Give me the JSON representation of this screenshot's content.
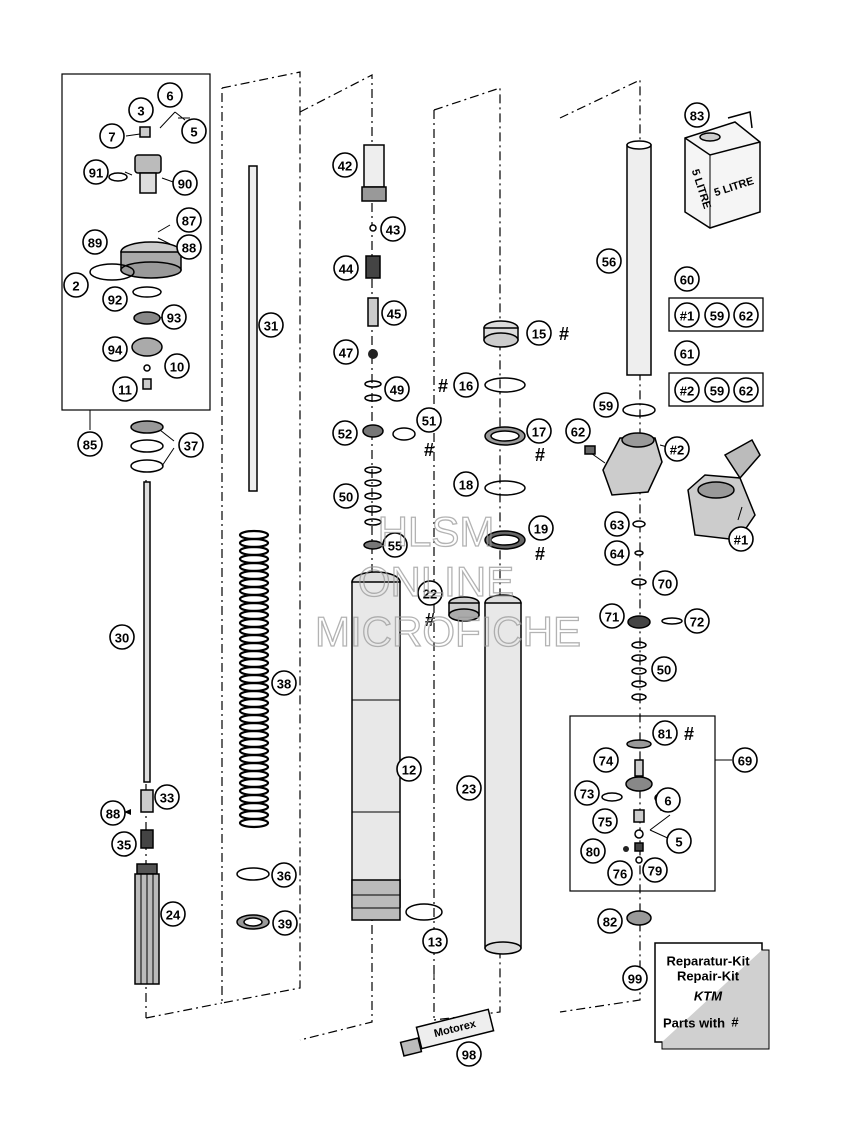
{
  "callouts": [
    {
      "id": "c-3",
      "label": "3"
    },
    {
      "id": "c-6a",
      "label": "6"
    },
    {
      "id": "c-5a",
      "label": "5"
    },
    {
      "id": "c-7",
      "label": "7"
    },
    {
      "id": "c-91",
      "label": "91"
    },
    {
      "id": "c-90",
      "label": "90"
    },
    {
      "id": "c-87",
      "label": "87"
    },
    {
      "id": "c-89",
      "label": "89"
    },
    {
      "id": "c-88a",
      "label": "88"
    },
    {
      "id": "c-2",
      "label": "2"
    },
    {
      "id": "c-92",
      "label": "92"
    },
    {
      "id": "c-93",
      "label": "93"
    },
    {
      "id": "c-94",
      "label": "94"
    },
    {
      "id": "c-10",
      "label": "10"
    },
    {
      "id": "c-11",
      "label": "11"
    },
    {
      "id": "c-85",
      "label": "85"
    },
    {
      "id": "c-37",
      "label": "37"
    },
    {
      "id": "c-30",
      "label": "30"
    },
    {
      "id": "c-88b",
      "label": "88"
    },
    {
      "id": "c-33",
      "label": "33"
    },
    {
      "id": "c-35",
      "label": "35"
    },
    {
      "id": "c-24",
      "label": "24"
    },
    {
      "id": "c-31",
      "label": "31"
    },
    {
      "id": "c-38",
      "label": "38"
    },
    {
      "id": "c-36",
      "label": "36"
    },
    {
      "id": "c-39",
      "label": "39"
    },
    {
      "id": "c-42",
      "label": "42"
    },
    {
      "id": "c-43",
      "label": "43"
    },
    {
      "id": "c-44",
      "label": "44"
    },
    {
      "id": "c-45",
      "label": "45"
    },
    {
      "id": "c-47",
      "label": "47"
    },
    {
      "id": "c-49",
      "label": "49"
    },
    {
      "id": "c-52",
      "label": "52"
    },
    {
      "id": "c-51",
      "label": "51"
    },
    {
      "id": "c-50a",
      "label": "50"
    },
    {
      "id": "c-55",
      "label": "55"
    },
    {
      "id": "c-22",
      "label": "22"
    },
    {
      "id": "c-12",
      "label": "12"
    },
    {
      "id": "c-13",
      "label": "13"
    },
    {
      "id": "c-15",
      "label": "15"
    },
    {
      "id": "c-16",
      "label": "16"
    },
    {
      "id": "c-17",
      "label": "17"
    },
    {
      "id": "c-18",
      "label": "18"
    },
    {
      "id": "c-19",
      "label": "19"
    },
    {
      "id": "c-23",
      "label": "23"
    },
    {
      "id": "c-98",
      "label": "98"
    },
    {
      "id": "c-83",
      "label": "83"
    },
    {
      "id": "c-56",
      "label": "56"
    },
    {
      "id": "c-60",
      "label": "60"
    },
    {
      "id": "c-61",
      "label": "61"
    },
    {
      "id": "c-59a",
      "label": "59"
    },
    {
      "id": "c-62a",
      "label": "62"
    },
    {
      "id": "c-63",
      "label": "63"
    },
    {
      "id": "c-64",
      "label": "64"
    },
    {
      "id": "c-70",
      "label": "70"
    },
    {
      "id": "c-71",
      "label": "71"
    },
    {
      "id": "c-72",
      "label": "72"
    },
    {
      "id": "c-50b",
      "label": "50"
    },
    {
      "id": "c-81",
      "label": "81"
    },
    {
      "id": "c-69",
      "label": "69"
    },
    {
      "id": "c-74",
      "label": "74"
    },
    {
      "id": "c-73",
      "label": "73"
    },
    {
      "id": "c-6b",
      "label": "6"
    },
    {
      "id": "c-75",
      "label": "75"
    },
    {
      "id": "c-5b",
      "label": "5"
    },
    {
      "id": "c-80",
      "label": "80"
    },
    {
      "id": "c-76",
      "label": "76"
    },
    {
      "id": "c-79",
      "label": "79"
    },
    {
      "id": "c-82",
      "label": "82"
    },
    {
      "id": "c-99",
      "label": "99"
    },
    {
      "id": "c-hash1",
      "label": "#1"
    },
    {
      "id": "c-hash2",
      "label": "#2"
    }
  ],
  "kit_60": [
    "#1",
    "59",
    "62"
  ],
  "kit_61": [
    "#2",
    "59",
    "62"
  ],
  "repair_kit": {
    "line1": "Reparatur-Kit",
    "line2": "Repair-Kit",
    "logo": "KTM",
    "line3": "Parts with",
    "mark": "#"
  },
  "oil_can": {
    "label": "5 LITRE",
    "small_label": "5 LITRE"
  },
  "grease_tube": {
    "label": "Motorex"
  },
  "hash_mark": "#",
  "watermark": [
    "HLSM",
    "ONLINE",
    "MICROFICHE"
  ]
}
